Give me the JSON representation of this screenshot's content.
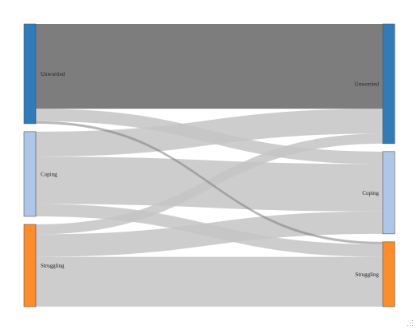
{
  "chart_data": {
    "type": "sankey",
    "colors": {
      "Unworried": "#2e7dba",
      "Coping": "#aec7e8",
      "Struggling": "#ff8c28",
      "link": "#c4c4c4",
      "highlight_link": "#7d7d7d",
      "node_border": "#555555"
    },
    "left_nodes": [
      {
        "id": "Unworried",
        "label": "Unworried",
        "value": 40
      },
      {
        "id": "Coping",
        "label": "Coping",
        "value": 34
      },
      {
        "id": "Struggling",
        "label": "Struggling",
        "value": 33
      }
    ],
    "right_nodes": [
      {
        "id": "Unworried",
        "label": "Unworried",
        "value": 48
      },
      {
        "id": "Coping",
        "label": "Coping",
        "value": 33
      },
      {
        "id": "Struggling",
        "label": "Struggling",
        "value": 26
      }
    ],
    "links": [
      {
        "source": "Unworried",
        "target": "Unworried",
        "value": 34,
        "highlight": true
      },
      {
        "source": "Unworried",
        "target": "Coping",
        "value": 5
      },
      {
        "source": "Unworried",
        "target": "Struggling",
        "value": 1,
        "highlight": true
      },
      {
        "source": "Coping",
        "target": "Unworried",
        "value": 10
      },
      {
        "source": "Coping",
        "target": "Coping",
        "value": 19
      },
      {
        "source": "Coping",
        "target": "Struggling",
        "value": 5
      },
      {
        "source": "Struggling",
        "target": "Unworried",
        "value": 4
      },
      {
        "source": "Struggling",
        "target": "Coping",
        "value": 9
      },
      {
        "source": "Struggling",
        "target": "Struggling",
        "value": 20
      }
    ]
  }
}
